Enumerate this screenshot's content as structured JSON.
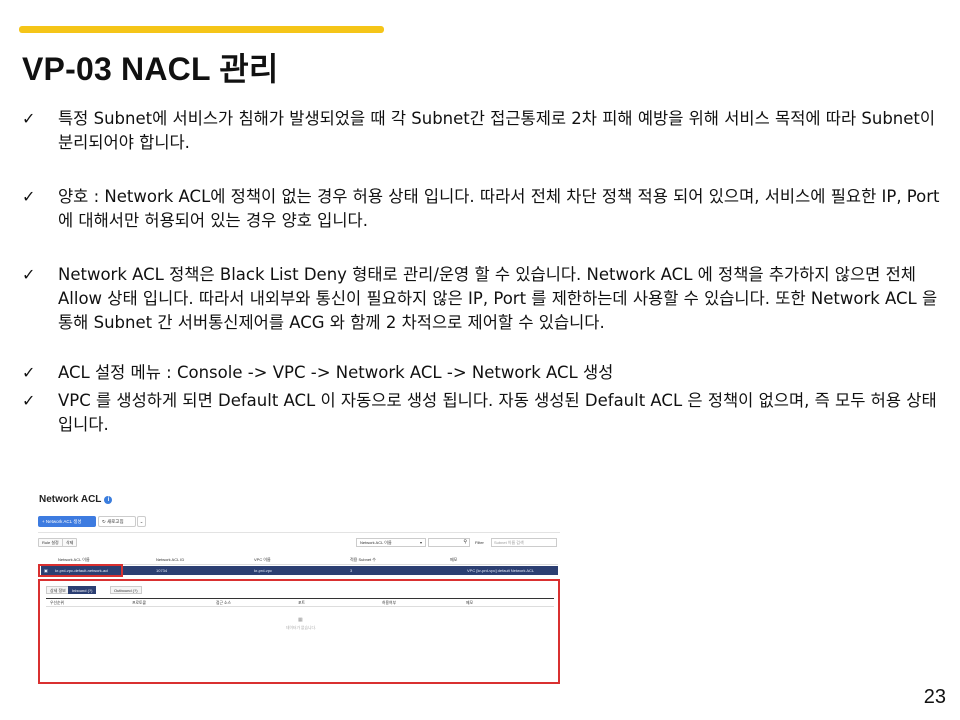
{
  "header": {
    "accent_color": "#f5c518",
    "title": "VP-03 NACL 관리"
  },
  "bullets": [
    {
      "check": "✓",
      "text": "특정 Subnet에 서비스가 침해가 발생되었을 때 각 Subnet간 접근통제로 2차 피해 예방을 위해 서비스 목적에 따라 Subnet이 분리되어야 합니다."
    },
    {
      "check": "✓",
      "text": "양호 : Network ACL에 정책이 없는 경우 허용 상태 입니다. 따라서 전체 차단 정책 적용 되어 있으며, 서비스에 필요한 IP, Port에 대해서만 허용되어 있는 경우 양호 입니다."
    },
    {
      "check": "✓",
      "text": "Network ACL 정책은 Black List Deny 형태로 관리/운영 할 수 있습니다. Network ACL 에 정책을 추가하지 않으면 전체 Allow 상태 입니다. 따라서 내외부와 통신이 필요하지 않은 IP, Port 를 제한하는데 사용할 수 있습니다. 또한 Network ACL 을 통해 Subnet 간 서버통신제어를 ACG 와 함께 2 차적으로 제어할 수 있습니다."
    },
    {
      "check": "✓",
      "text": "ACL 설정 메뉴 : Console -> VPC -> Network ACL -> Network ACL 생성"
    },
    {
      "check": "✓",
      "text": "VPC 를 생성하게 되면 Default ACL 이 자동으로 생성 됩니다. 자동 생성된 Default ACL 은 정책이 없으며, 즉 모두 허용 상태 입니다."
    }
  ],
  "screenshot": {
    "title": "Network ACL",
    "info_icon": "info-icon",
    "create_button": "+ Network ACL 생성",
    "refresh_button": "새로고침",
    "dropdown_icon": "chevron-down-icon",
    "rule_button": "Rule 설정",
    "delete_button": "삭제",
    "filter_select": "Network ACL 이름",
    "search_icon": "search-icon",
    "filter_label": "Filter",
    "filter_placeholder": "Subnet 이름 검색",
    "columns": [
      "Network ACL 이름",
      "Network ACL ID",
      "VPC 이름",
      "적용 Subnet 수",
      "메모"
    ],
    "row": {
      "name": "kr-prd-vpc-default-network-acl",
      "id": "10734",
      "vpc": "kr-prd-vpc",
      "subnets": "3",
      "memo": "VPC [kr-prd-vpc] default Network ACL"
    },
    "highlight_color": "#d93030",
    "tabs": [
      "상세 정보",
      "Inbound (?)",
      "Outbound (?)"
    ],
    "active_tab": "Inbound (?)",
    "detail_columns": [
      "우선순위",
      "프로토콜",
      "접근 소스",
      "포트",
      "허용여부",
      "메모"
    ],
    "empty_icon": "empty-icon",
    "empty_text": "데이터가 없습니다."
  },
  "page_number": "23"
}
